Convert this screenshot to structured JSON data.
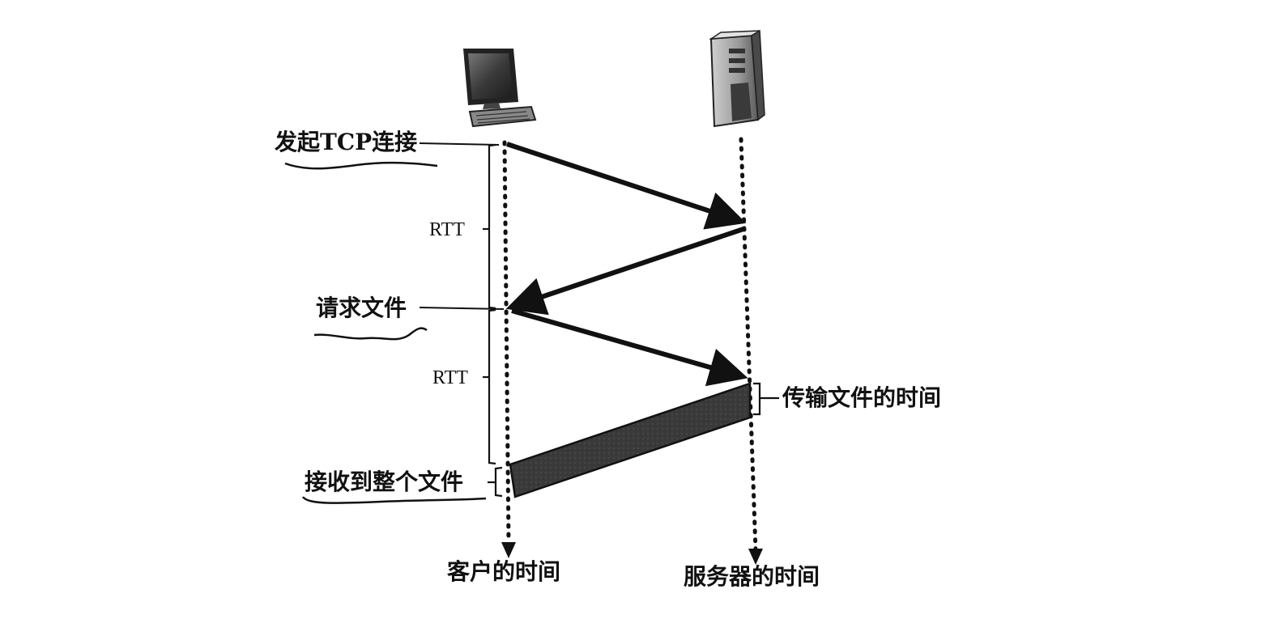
{
  "diagram": {
    "labels": {
      "initiate_tcp": "发起TCP连接",
      "rtt_1": "RTT",
      "request_file": "请求文件",
      "rtt_2": "RTT",
      "transmit_time": "传输文件的时间",
      "receive_file": "接收到整个文件",
      "client_time": "客户的时间",
      "server_time": "服务器的时间"
    },
    "icons": {
      "client": "computer-icon",
      "server": "server-tower-icon"
    },
    "colors": {
      "ink": "#111111",
      "file_bar": "#3a3a3a"
    }
  }
}
